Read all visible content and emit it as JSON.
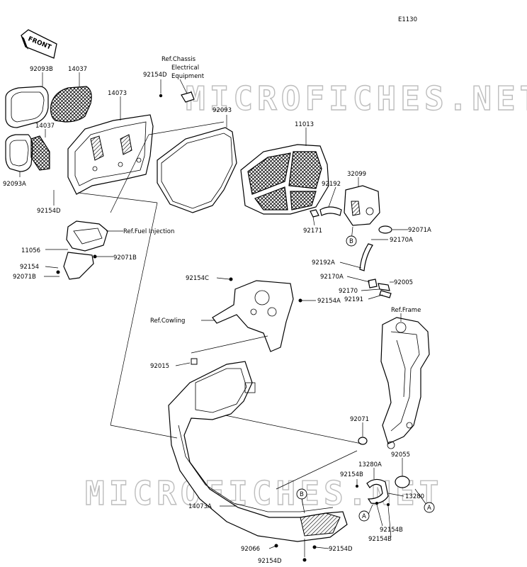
{
  "diagram_code": "E1130",
  "front_label": "FRONT",
  "watermark": "MICROFICHES.NET",
  "labels": {
    "p92093B": "92093B",
    "p14037a": "14037",
    "p14037b": "14037",
    "p92093A": "92093A",
    "p14073": "14073",
    "p92154D_a": "92154D",
    "refChassis1": "Ref.Chassis",
    "refChassis2": "Electrical",
    "refChassis3": "Equipment",
    "p92093": "92093",
    "p11013": "11013",
    "p92154D_b": "92154D",
    "refFuel": "Ref.Fuel Injection",
    "p11056": "11056",
    "p92154": "92154",
    "p92071B_a": "92071B",
    "p92071B_b": "92071B",
    "p32099": "32099",
    "p92192": "92192",
    "p92171": "92171",
    "p92071A": "92071A",
    "p92170A_a": "92170A",
    "p92192A": "92192A",
    "p92170A_b": "92170A",
    "p92005": "92005",
    "p92170": "92170",
    "p92191": "92191",
    "p92154C": "92154C",
    "p92154A": "92154A",
    "refCowling": "Ref.Cowling",
    "refFrame": "Ref.Frame",
    "p92015": "92015",
    "p92071": "92071",
    "p92055": "92055",
    "p13280A": "13280A",
    "p92154B_a": "92154B",
    "p13280": "13280",
    "p14073A": "14073A",
    "p92154B_b": "92154B",
    "p92154B_c": "92154B",
    "p92066": "92066",
    "p92154D_c": "92154D",
    "p92154D_d": "92154D"
  },
  "callouts": {
    "B1": "B",
    "B2": "B",
    "A1": "A",
    "A2": "A"
  }
}
